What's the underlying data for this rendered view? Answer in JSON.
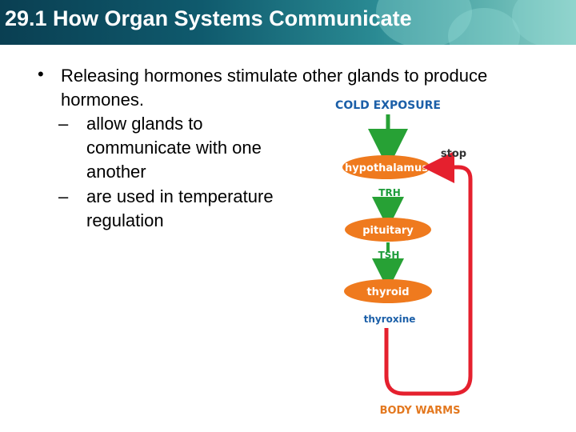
{
  "slide": {
    "title": "29.1 How Organ Systems Communicate",
    "bullet": "Releasing hormones stimulate other glands to produce hormones.",
    "sub_bullets": [
      {
        "dash": "–",
        "text": "allow glands to communicate with one another"
      },
      {
        "dash": "–",
        "text": "are used in temperature regulation"
      }
    ]
  },
  "diagram": {
    "cold_exposure": "COLD EXPOSURE",
    "hypothalamus": "hypothalamus",
    "trh": "TRH",
    "pituitary": "pituitary",
    "tsh": "TSH",
    "thyroid": "thyroid",
    "thyroxine": "thyroxine",
    "body_warms": "BODY WARMS",
    "stop": "stop",
    "colors": {
      "title_blue": "#1b5fa8",
      "gland_orange": "#ef7a1e",
      "hormone_green": "#1d9c3a",
      "arrow_green": "#27a135",
      "feedback_red": "#e5202e",
      "body_warms_orange": "#e3781f"
    }
  }
}
